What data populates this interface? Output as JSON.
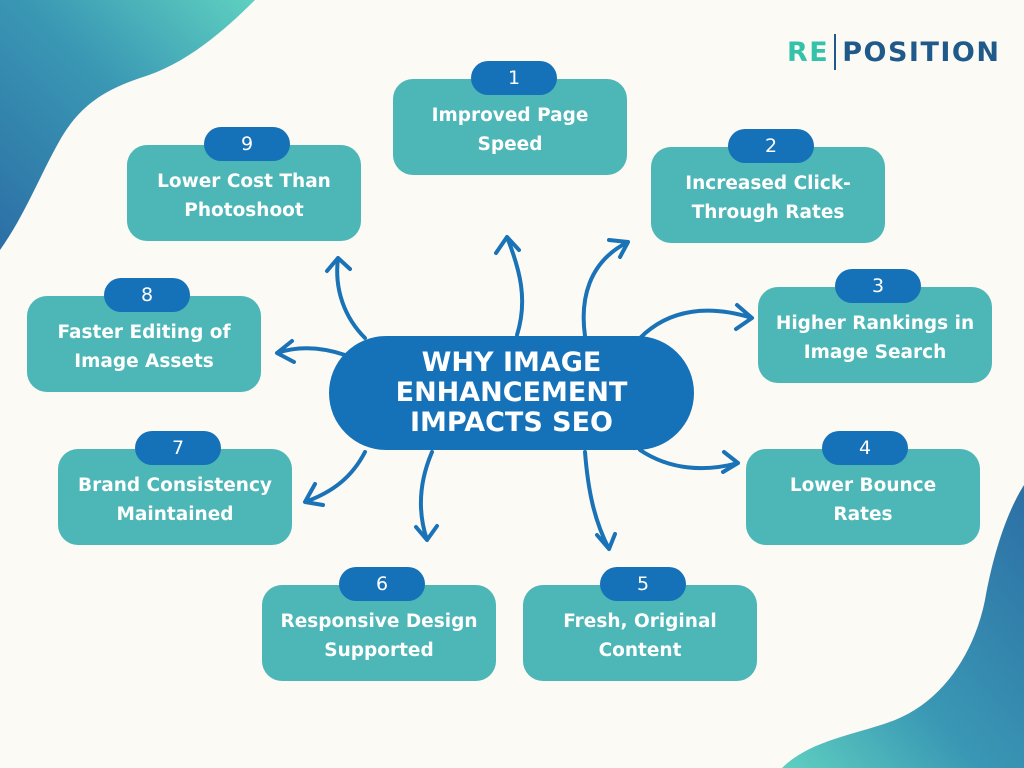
{
  "title": "WHY IMAGE ENHANCEMENT IMPACTS SEO",
  "logo": {
    "part1": "RE",
    "part2": "POSITION"
  },
  "colors": {
    "background": "#fbfaf5",
    "card": "#4db6b6",
    "accent_blue": "#1571b8",
    "arrow": "#1a72b7",
    "logo_teal": "#35c2aa",
    "logo_navy": "#1f5a8a"
  },
  "items": [
    {
      "number": "1",
      "label": "Improved Page Speed"
    },
    {
      "number": "2",
      "label": "Increased Click-Through Rates"
    },
    {
      "number": "3",
      "label": "Higher Rankings in Image Search"
    },
    {
      "number": "4",
      "label": "Lower Bounce Rates"
    },
    {
      "number": "5",
      "label": "Fresh, Original Content"
    },
    {
      "number": "6",
      "label": "Responsive Design Supported"
    },
    {
      "number": "7",
      "label": "Brand Consistency Maintained"
    },
    {
      "number": "8",
      "label": "Faster Editing of Image Assets"
    },
    {
      "number": "9",
      "label": "Lower Cost Than Photoshoot"
    }
  ]
}
